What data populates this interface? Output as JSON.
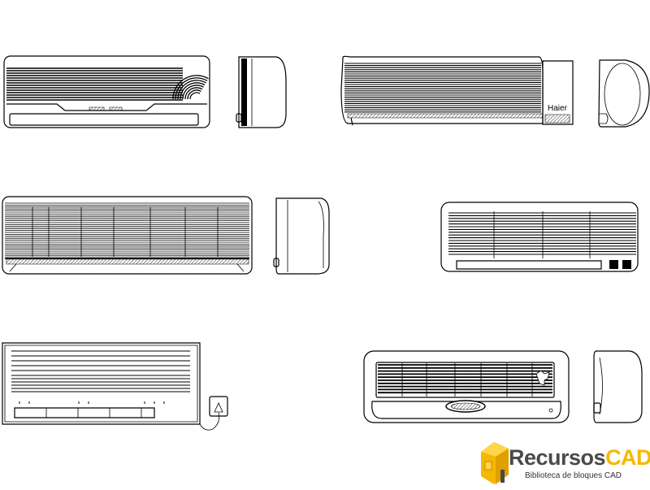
{
  "drawing": {
    "units": [
      {
        "name": "split-unit-1-front"
      },
      {
        "name": "split-unit-1-side"
      },
      {
        "name": "split-unit-haier-front",
        "brand": "Haier"
      },
      {
        "name": "split-unit-haier-side"
      },
      {
        "name": "split-unit-3-front"
      },
      {
        "name": "split-unit-3-side"
      },
      {
        "name": "split-unit-4-front"
      },
      {
        "name": "split-unit-5-front"
      },
      {
        "name": "split-unit-6-front"
      },
      {
        "name": "split-unit-6-side"
      }
    ]
  },
  "watermark": {
    "word_a": "Recursos",
    "word_b": "CAD",
    "subtitle": "Biblioteca de bloques CAD",
    "colors": {
      "primary": "#f5b800",
      "dark": "#4a4a4a"
    }
  }
}
